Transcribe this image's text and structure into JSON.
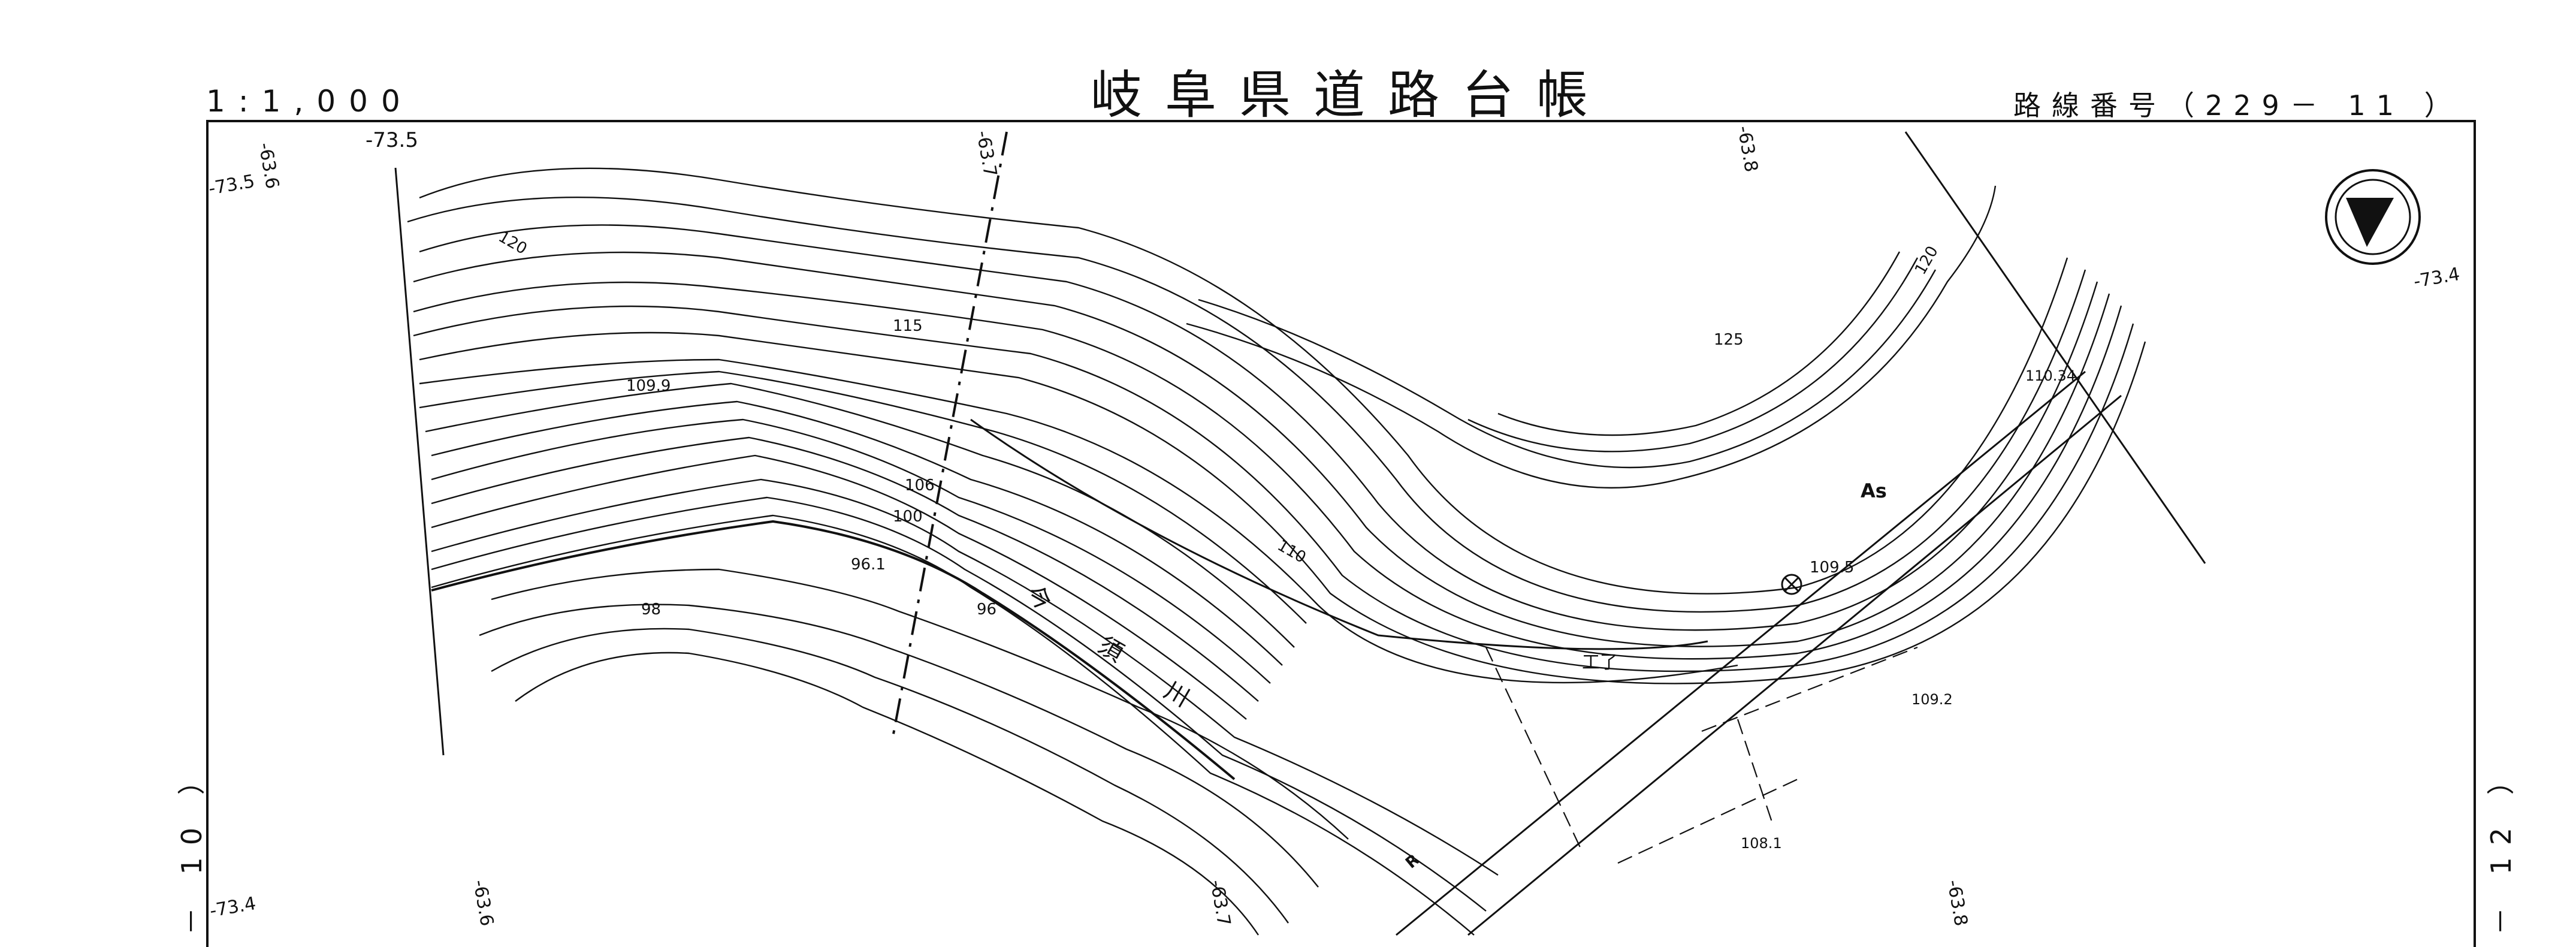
{
  "sheet": {
    "title": "岐阜県道路台帳",
    "scale": "1:1,000",
    "route_label": "路線番号（229－ 11 ）",
    "side_left": "－ 10 ）",
    "side_right": "－ 12 ）"
  },
  "grid_labels": {
    "top_left_a": "-73.5",
    "top_left_b": "-63.6",
    "top_left_c": "-73.5",
    "top_mid": "-63.7",
    "top_right": "-63.8",
    "right_edge": "-73.4",
    "bottom_left_a": "-73.4",
    "bottom_left_b": "-63.6",
    "bottom_mid": "-63.7",
    "bottom_right": "-63.8"
  },
  "elevations": {
    "e120_left": "120",
    "e115": "115",
    "e109_9": "109.9",
    "e106": "106",
    "e100": "100",
    "e96_1": "96.1",
    "e98": "98",
    "e96": "96",
    "e110": "110",
    "e125": "125",
    "e120_right": "120",
    "e110_34": "110.34",
    "e109_5": "109.5",
    "e109_2": "109.2",
    "e108_1": "108.1"
  },
  "features": {
    "river_name_1": "今",
    "river_name_2": "須",
    "river_name_3": "川",
    "surface": "As",
    "bridge_mark": "工了",
    "r_mark": "R",
    "north_symbol": "north-arrow-icon"
  }
}
